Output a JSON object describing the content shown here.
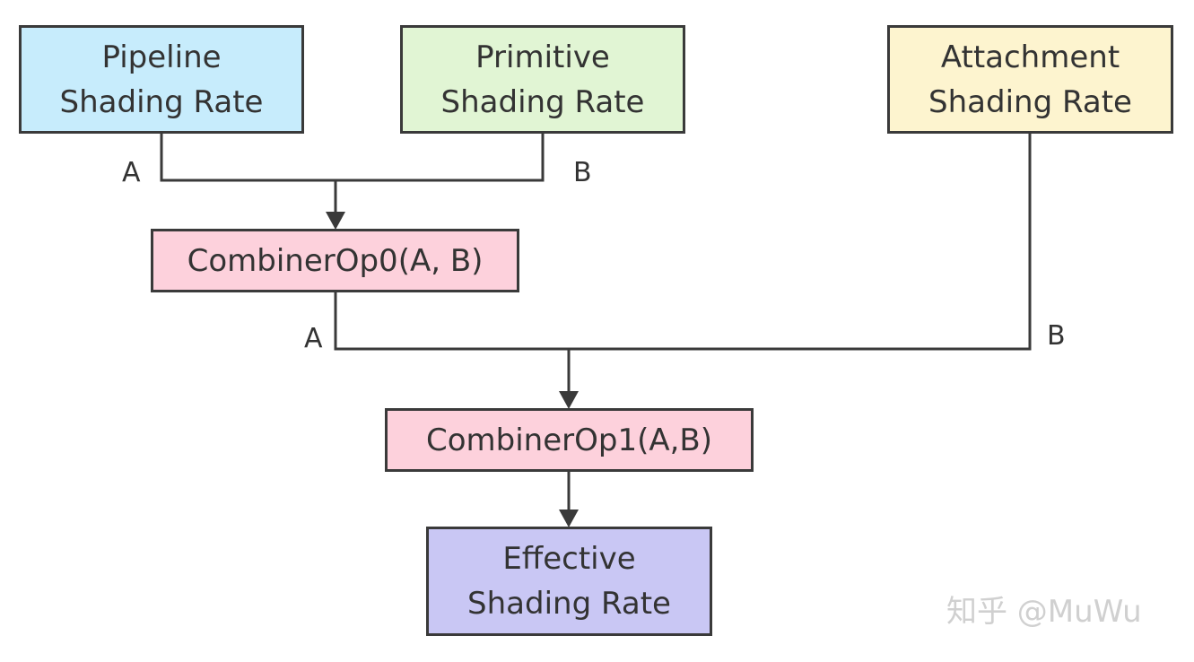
{
  "nodes": {
    "pipeline": {
      "line1": "Pipeline",
      "line2": "Shading Rate",
      "color": "#c7ecfc"
    },
    "primitive": {
      "line1": "Primitive",
      "line2": "Shading Rate",
      "color": "#e1f5d4"
    },
    "attachment": {
      "line1": "Attachment",
      "line2": "Shading Rate",
      "color": "#fdf4cf"
    },
    "combiner0": {
      "text": "CombinerOp0(A, B)",
      "color": "#fdd1dc"
    },
    "combiner1": {
      "text": "CombinerOp1(A,B)",
      "color": "#fdd1dc"
    },
    "effective": {
      "line1": "Effective",
      "line2": "Shading Rate",
      "color": "#c9c7f4"
    }
  },
  "edge_labels": {
    "pipeline_a": "A",
    "primitive_b": "B",
    "combiner0_a": "A",
    "attachment_b": "B"
  },
  "watermark": "知乎 @MuWu",
  "colors": {
    "border": "#3a3a3a",
    "line": "#3a3a3a",
    "text": "#333333"
  }
}
